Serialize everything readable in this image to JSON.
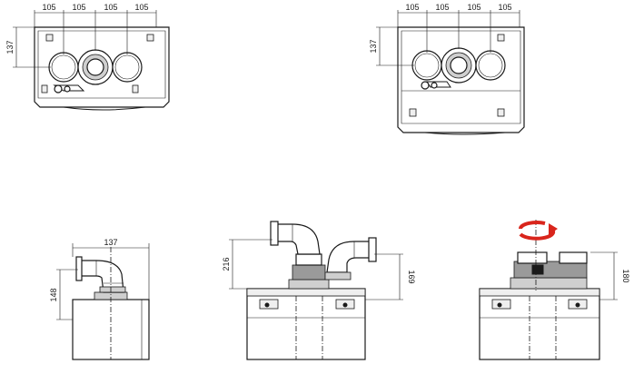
{
  "dimensions": {
    "top_left": {
      "spacing": [
        "105",
        "105",
        "105",
        "105"
      ],
      "height": "137"
    },
    "top_right": {
      "spacing": [
        "105",
        "105",
        "105",
        "105"
      ],
      "height": "137"
    },
    "side_view": {
      "width": "137",
      "height": "148"
    },
    "front_view": {
      "left_height": "216",
      "right_height": "169"
    },
    "rotated_view": {
      "height": "180"
    }
  },
  "colors": {
    "rotation_arrow": "#d9251c",
    "line": "#1a1a1a"
  },
  "icons": {
    "rotation": "rotate-arrow-icon"
  }
}
